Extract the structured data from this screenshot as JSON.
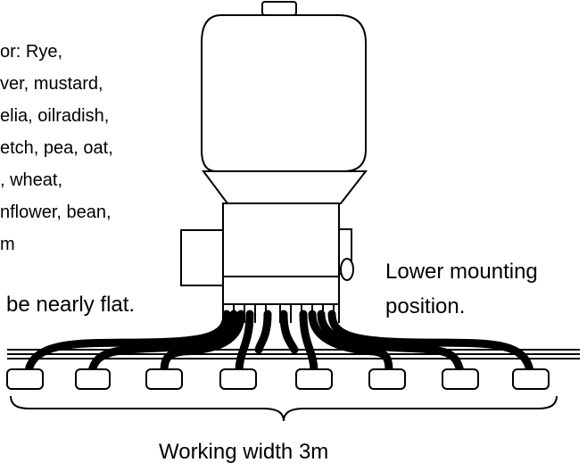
{
  "seed_list_lines": [
    "or: Rye,",
    "ver, mustard,",
    "elia, oilradish,",
    "etch, pea, oat,",
    ", wheat,",
    "nflower, bean,",
    "m"
  ],
  "flat_note": "be nearly flat.",
  "mounting_note_lines": [
    "Lower mounting",
    "position."
  ],
  "width_label": "Working width 3m"
}
